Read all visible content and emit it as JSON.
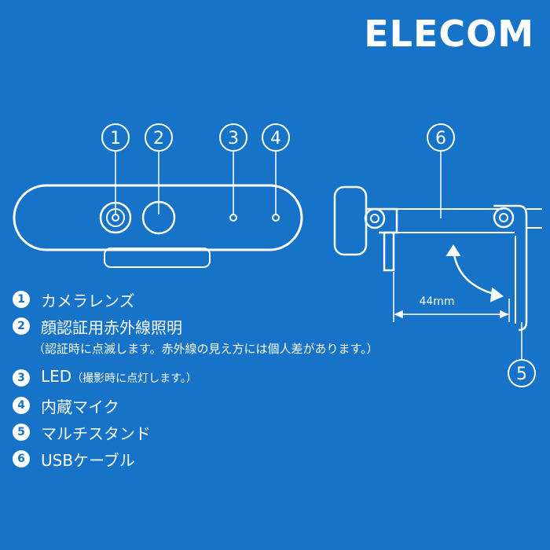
{
  "brand": {
    "logo": "ELECOM"
  },
  "diagram": {
    "callouts": [
      "1",
      "2",
      "3",
      "4",
      "6",
      "5"
    ],
    "dimension": "44mm"
  },
  "legend": {
    "items": [
      {
        "num": "1",
        "label": "カメラレンズ"
      },
      {
        "num": "2",
        "label": "顔認証用赤外線照明",
        "note": "（認証時に点滅します。赤外線の見え方には個人差があります。）"
      },
      {
        "num": "3",
        "label": "LED",
        "sub": "（撮影時に点灯します。）"
      },
      {
        "num": "4",
        "label": "内蔵マイク"
      },
      {
        "num": "5",
        "label": "マルチスタンド"
      },
      {
        "num": "6",
        "label": "USBケーブル"
      }
    ]
  },
  "colors": {
    "background": "#1673c7",
    "foreground": "#ffffff"
  }
}
